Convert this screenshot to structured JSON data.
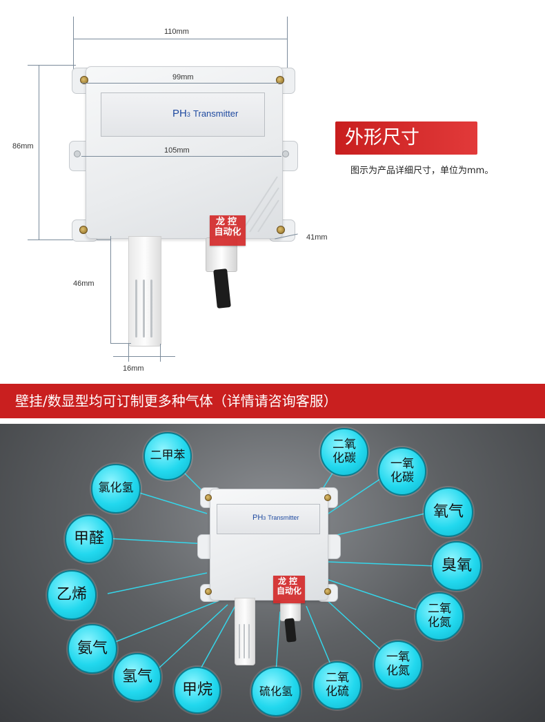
{
  "dimensions": {
    "width_total": "110mm",
    "width_plate": "99mm",
    "width_mount": "105mm",
    "height_body": "86mm",
    "depth": "41mm",
    "probe_length": "46mm",
    "probe_width": "16mm"
  },
  "device": {
    "model_label": "PH",
    "model_sub": "3",
    "model_suffix": "Transmitter",
    "brand_line1": "龙控",
    "brand_line2": "自动化"
  },
  "section": {
    "title": "外形尺寸",
    "description": "图示为产品详细尺寸，单位为mm。"
  },
  "banner": {
    "text": "壁挂/数显型均可订制更多种气体（详情请咨询客服）"
  },
  "gases": [
    "二甲苯",
    "氯化氢",
    "甲醛",
    "乙烯",
    "氨气",
    "氢气",
    "甲烷",
    "硫化氢",
    "二氧\n化硫",
    "一氧\n化氮",
    "二氧\n化氮",
    "臭氧",
    "氧气",
    "一氧\n化碳",
    "二氧\n化碳"
  ],
  "colors": {
    "accent_red": "#c91f1f",
    "bubble_cyan": "#22d8ee",
    "plate_text_blue": "#1f4aa0"
  }
}
